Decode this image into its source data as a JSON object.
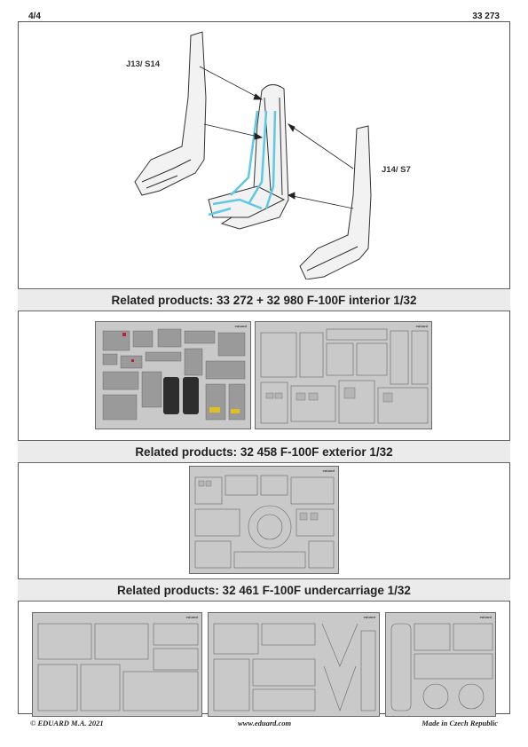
{
  "header": {
    "page": "4/4",
    "product_code": "33 273"
  },
  "seat_figure": {
    "callout_left": "J13/ S14",
    "callout_right": "J14/ S7"
  },
  "banners": [
    "Related products: 33 272 + 32 980 F-100F interior 1/32",
    "Related products: 32 458 F-100F exterior 1/32",
    "Related products: 32 461 F-100F undercarriage 1/32"
  ],
  "sheets": {
    "interior_a": {
      "label": "eduard",
      "color_hint": "color"
    },
    "interior_b": {
      "label": "eduard"
    },
    "exterior": {
      "label": "eduard"
    },
    "uc_a": {
      "label": "eduard"
    },
    "uc_b": {
      "label": "eduard"
    },
    "uc_c": {
      "label": "eduard"
    }
  },
  "footer": {
    "copyright": "© EDUARD  M.A. 2021",
    "url": "www.eduard.com",
    "made_in": "Made in Czech Republic"
  },
  "colors": {
    "seat_belt": "#5ec8e6",
    "banner_bg": "#ebebeb",
    "sheet_bg": "#c9c9c9"
  }
}
